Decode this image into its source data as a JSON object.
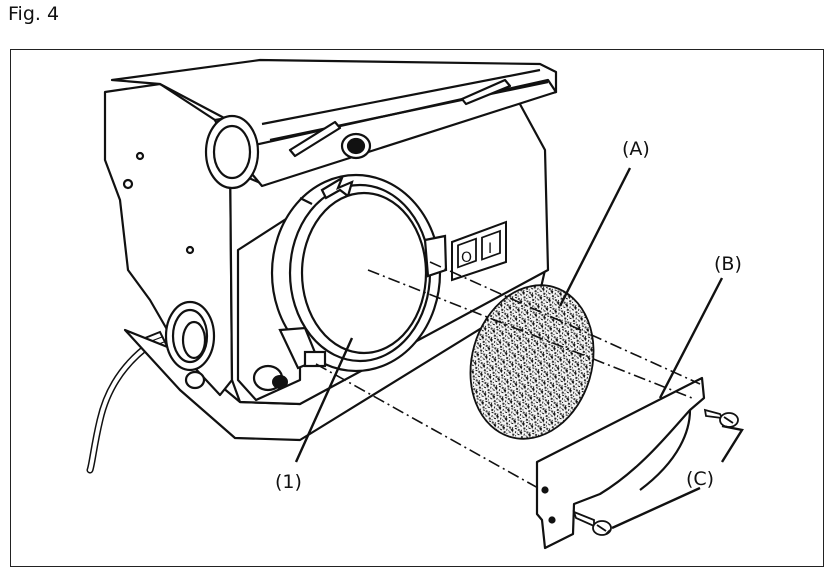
{
  "figure": {
    "title": "Fig. 4"
  },
  "callouts": {
    "a": "(A)",
    "b": "(B)",
    "c": "(C)",
    "one": "(1)"
  },
  "switch_panel": {
    "off_symbol": "O",
    "on_symbol": "I"
  }
}
